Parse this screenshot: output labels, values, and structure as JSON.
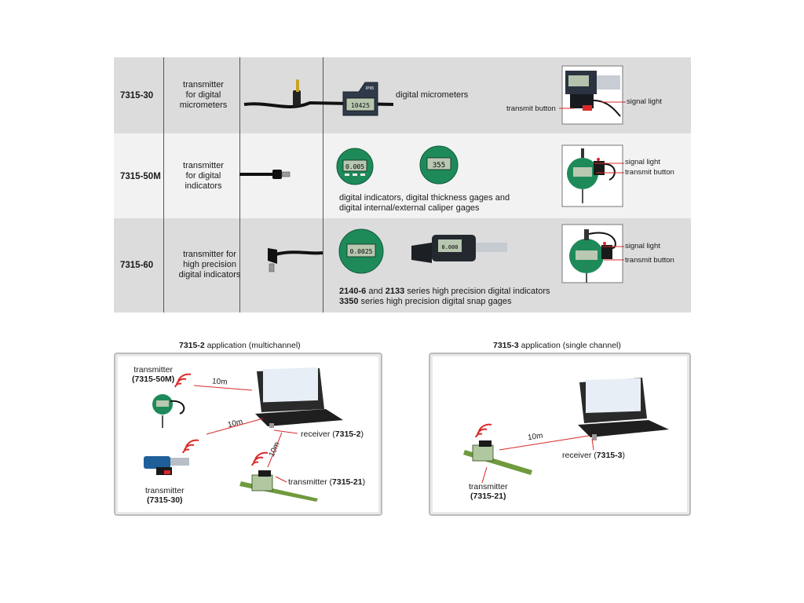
{
  "table": {
    "rows": [
      {
        "code": "7315-30",
        "desc": [
          "transmitter",
          "for digital",
          "micrometers"
        ],
        "compatible": "digital micrometers",
        "callouts": {
          "a": "transmit button",
          "b": "signal light"
        },
        "display": "10425"
      },
      {
        "code": "7315-50M",
        "desc": [
          "transmitter",
          "for digital",
          "indicators"
        ],
        "compatible": [
          "digital indicators, digital thickness gages and",
          "digital internal/external caliper gages"
        ],
        "callouts": {
          "a": "signal light",
          "b": "transmit button"
        },
        "display_1": "0.005",
        "display_2": "355"
      },
      {
        "code": "7315-60",
        "desc": [
          "transmitter for",
          "high precision",
          "digital indicators"
        ],
        "compatible_l1_b1": "2140-6",
        "compatible_l1_t1": " and ",
        "compatible_l1_b2": "2133",
        "compatible_l1_t2": " series high precision digital indicators",
        "compatible_l2_b": "3350",
        "compatible_l2_t": " series high precision digital snap gages",
        "callouts": {
          "a": "signal light",
          "b": "transmit button"
        },
        "display_1": "0.0025",
        "display_2": "0.000"
      }
    ],
    "micrometer_badge": "IP65"
  },
  "panel_multi": {
    "title_code": "7315-2",
    "title_text": " application (multichannel)",
    "tx50_l1": "transmitter",
    "tx50_l2": "(7315-50M)",
    "tx30_l1": "transmitter",
    "tx30_l2": "(7315-30)",
    "tx21_text": "transmitter (",
    "tx21_code": "7315-21",
    "tx21_close": ")",
    "rx_text": "receiver (",
    "rx_code": "7315-2",
    "rx_close": ")",
    "dist_1": "10m",
    "dist_2": "10m",
    "dist_3": "10m"
  },
  "panel_single": {
    "title_code": "7315-3",
    "title_text": " application (single channel)",
    "tx_l1": "transmitter",
    "tx_l2": "(7315-21)",
    "rx_text": "receiver (",
    "rx_code": "7315-3",
    "rx_close": ")",
    "dist": "10m"
  },
  "colors": {
    "gauge_green": "#1e8a5a",
    "signal_red": "#d92a2a",
    "row_gray": "#dcdcdc",
    "row_light": "#f2f2f2"
  }
}
